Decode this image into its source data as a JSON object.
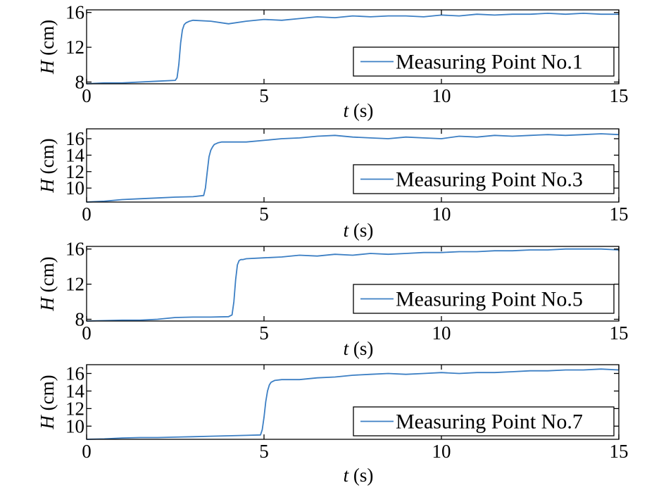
{
  "colors": {
    "series": "#3c7fc4",
    "axis": "#000000"
  },
  "chart_data": [
    {
      "type": "line",
      "xlabel": {
        "var": "t",
        "unit": " (s)"
      },
      "ylabel": {
        "var": "H",
        "unit": " (cm)"
      },
      "xlim": [
        0,
        15
      ],
      "ylim": [
        7.8,
        16.3
      ],
      "xticks": [
        "0",
        "5",
        "10",
        "15"
      ],
      "yticks": [
        8,
        12,
        16
      ],
      "legend": "bottom-right",
      "series": [
        {
          "name": "Measuring Point No.1",
          "x": [
            0,
            0.5,
            1,
            1.5,
            2,
            2.5,
            2.55,
            2.6,
            2.65,
            2.7,
            2.75,
            2.8,
            2.9,
            3,
            3.5,
            4,
            4.5,
            5,
            5.5,
            6,
            6.5,
            7,
            7.5,
            8,
            8.5,
            9,
            9.5,
            10,
            10.5,
            11,
            11.5,
            12,
            12.5,
            13,
            13.5,
            14,
            14.5,
            15
          ],
          "y": [
            7.8,
            7.9,
            7.9,
            8.0,
            8.1,
            8.2,
            8.5,
            10.0,
            12.5,
            14.0,
            14.6,
            14.8,
            15.0,
            15.1,
            15.0,
            14.7,
            15.0,
            15.2,
            15.1,
            15.3,
            15.5,
            15.4,
            15.6,
            15.5,
            15.6,
            15.6,
            15.5,
            15.7,
            15.6,
            15.8,
            15.7,
            15.8,
            15.8,
            15.9,
            15.8,
            15.9,
            15.8,
            15.8
          ]
        }
      ]
    },
    {
      "type": "line",
      "xlabel": {
        "var": "t",
        "unit": " (s)"
      },
      "ylabel": {
        "var": "H",
        "unit": " (cm)"
      },
      "xlim": [
        0,
        15
      ],
      "ylim": [
        8.3,
        17.2
      ],
      "xticks": [
        "0",
        "5",
        "10",
        "15"
      ],
      "yticks": [
        10,
        12,
        14,
        16
      ],
      "legend": "bottom-right",
      "series": [
        {
          "name": "Measuring Point No.3",
          "x": [
            0,
            0.5,
            1,
            1.5,
            2,
            2.5,
            3,
            3.3,
            3.35,
            3.4,
            3.45,
            3.5,
            3.55,
            3.6,
            3.7,
            3.8,
            4,
            4.5,
            5,
            5.5,
            6,
            6.5,
            7,
            7.5,
            8,
            8.5,
            9,
            9.5,
            10,
            10.5,
            11,
            11.5,
            12,
            12.5,
            13,
            13.5,
            14,
            14.5,
            15
          ],
          "y": [
            8.3,
            8.4,
            8.6,
            8.7,
            8.8,
            8.9,
            8.95,
            9.1,
            10.0,
            12.0,
            13.8,
            14.6,
            15.0,
            15.3,
            15.5,
            15.6,
            15.6,
            15.6,
            15.8,
            16.0,
            16.1,
            16.3,
            16.4,
            16.2,
            16.1,
            16.0,
            16.2,
            16.1,
            16.0,
            16.3,
            16.2,
            16.4,
            16.3,
            16.4,
            16.5,
            16.4,
            16.5,
            16.6,
            16.5
          ]
        }
      ]
    },
    {
      "type": "line",
      "xlabel": {
        "var": "t",
        "unit": " (s)"
      },
      "ylabel": {
        "var": "H",
        "unit": " (cm)"
      },
      "xlim": [
        0,
        15
      ],
      "ylim": [
        7.8,
        16.3
      ],
      "xticks": [
        "0",
        "5",
        "10",
        "15"
      ],
      "yticks": [
        8,
        12,
        16
      ],
      "legend": "bottom-right",
      "series": [
        {
          "name": "Measuring Point No.5",
          "x": [
            0,
            0.5,
            1,
            1.5,
            2,
            2.5,
            3,
            3.5,
            4,
            4.1,
            4.15,
            4.2,
            4.25,
            4.3,
            4.35,
            4.4,
            4.5,
            5,
            5.5,
            6,
            6.5,
            7,
            7.5,
            8,
            8.5,
            9,
            9.5,
            10,
            10.5,
            11,
            11.5,
            12,
            12.5,
            13,
            13.5,
            14,
            14.5,
            15
          ],
          "y": [
            7.8,
            7.85,
            7.9,
            7.9,
            8.0,
            8.2,
            8.25,
            8.25,
            8.3,
            8.5,
            10.0,
            12.5,
            14.2,
            14.7,
            14.8,
            14.8,
            14.9,
            15.0,
            15.1,
            15.3,
            15.2,
            15.4,
            15.3,
            15.5,
            15.4,
            15.5,
            15.6,
            15.6,
            15.7,
            15.7,
            15.8,
            15.8,
            15.9,
            15.9,
            16.0,
            16.0,
            16.0,
            15.9
          ]
        }
      ]
    },
    {
      "type": "line",
      "xlabel": {
        "var": "t",
        "unit": " (s)"
      },
      "ylabel": {
        "var": "H",
        "unit": " (cm)"
      },
      "xlim": [
        0,
        15
      ],
      "ylim": [
        8.5,
        17.0
      ],
      "xticks": [
        "0",
        "5",
        "10",
        "15"
      ],
      "yticks": [
        10,
        12,
        14,
        16
      ],
      "legend": "bottom-right",
      "series": [
        {
          "name": "Measuring Point No.7",
          "x": [
            0,
            0.5,
            1,
            1.5,
            2,
            2.5,
            3,
            3.5,
            4,
            4.5,
            4.9,
            4.95,
            5.0,
            5.05,
            5.1,
            5.15,
            5.2,
            5.3,
            5.5,
            6,
            6.5,
            7,
            7.5,
            8,
            8.5,
            9,
            9.5,
            10,
            10.5,
            11,
            11.5,
            12,
            12.5,
            13,
            13.5,
            14,
            14.5,
            15
          ],
          "y": [
            8.5,
            8.55,
            8.65,
            8.7,
            8.7,
            8.75,
            8.8,
            8.85,
            8.9,
            8.95,
            9.0,
            9.6,
            11.0,
            12.8,
            14.0,
            14.7,
            15.0,
            15.2,
            15.3,
            15.3,
            15.5,
            15.6,
            15.8,
            15.9,
            16.0,
            15.9,
            16.0,
            16.1,
            16.0,
            16.1,
            16.1,
            16.2,
            16.3,
            16.3,
            16.4,
            16.4,
            16.5,
            16.4
          ]
        }
      ]
    }
  ]
}
